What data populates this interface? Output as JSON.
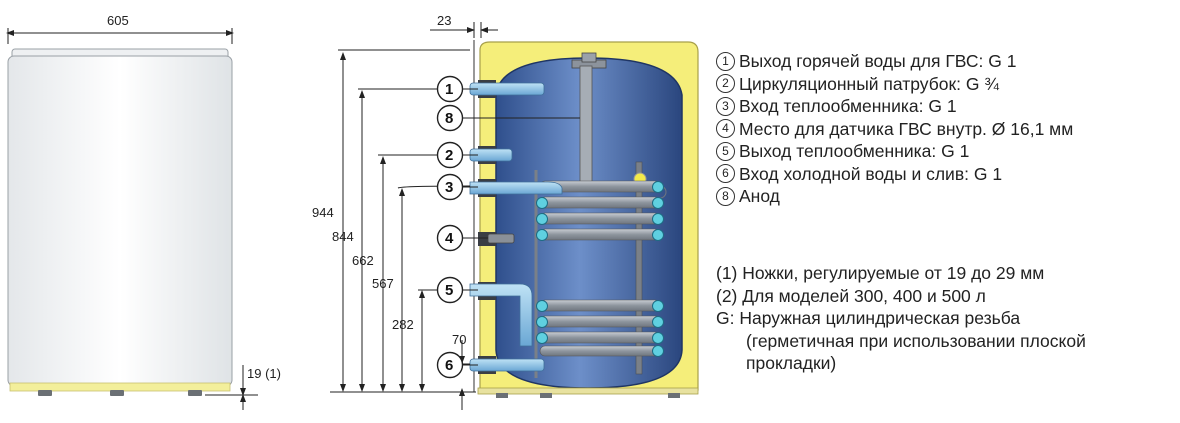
{
  "dimensions": {
    "width": "605",
    "offset": "23",
    "feet_height": "19 (1)",
    "h944": "944",
    "h844": "844",
    "h662": "662",
    "h567": "567",
    "h282": "282",
    "h70": "70"
  },
  "callouts": [
    "1",
    "8",
    "2",
    "3",
    "4",
    "5",
    "6"
  ],
  "legend": [
    {
      "num": "1",
      "text": "Выход горячей воды для ГВС: G 1"
    },
    {
      "num": "2",
      "text": "Циркуляционный патрубок: G ¾"
    },
    {
      "num": "3",
      "text": "Вход теплообменника: G 1"
    },
    {
      "num": "4",
      "text": "Место для датчика ГВС внутр. Ø 16,1 мм"
    },
    {
      "num": "5",
      "text": "Выход теплообменника: G 1"
    },
    {
      "num": "6",
      "text": "Вход холодной воды и слив: G 1"
    },
    {
      "num": "8",
      "text": "Анод"
    }
  ],
  "notes": [
    "(1) Ножки, регулируемые от 19 до 29 мм",
    "(2) Для моделей 300, 400 и 500 л",
    "G: Наружная цилиндрическая резьба",
    "(герметичная при использовании плоской",
    "прокладки)"
  ],
  "colors": {
    "insulation": "#f5ee7a",
    "tank": "#4a6fb0",
    "tank_dark": "#2f4f8c",
    "pipe": "#8ec3e6",
    "coil": "#9aa0a8",
    "coil_end": "#5fd0e0",
    "casing": "#f2f4f5"
  }
}
